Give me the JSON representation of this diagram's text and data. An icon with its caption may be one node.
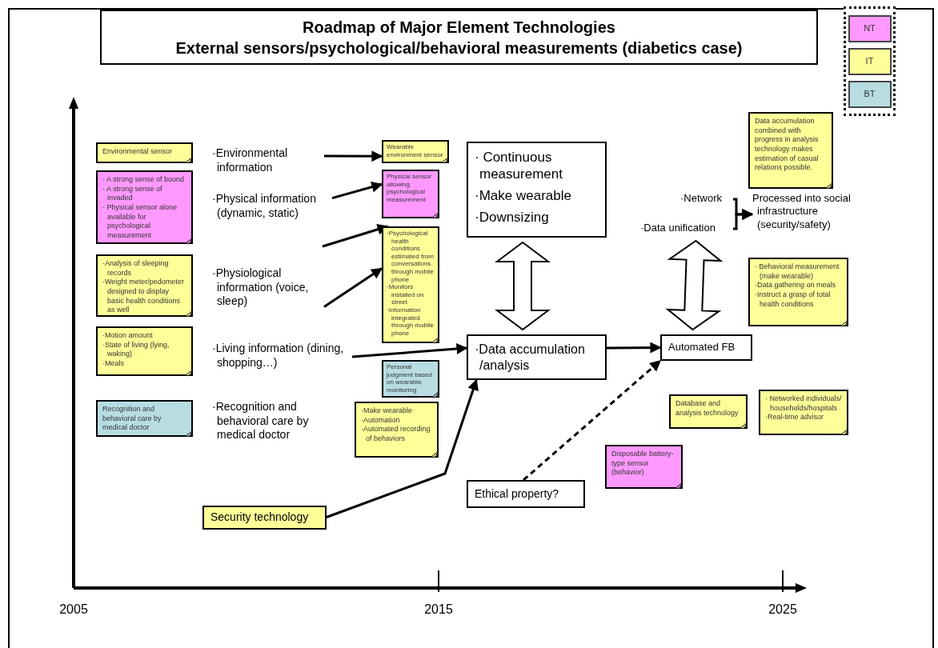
{
  "diagram": {
    "title": "Roadmap of Major Element Technologies",
    "nodes": [
      {
        "text": [
          "Environmental sensor"
        ]
      },
      {
        "text": [
          "· A strong sense of bound",
          "· A strong sense of invaded",
          "· Physical sensor alone available for psychological measurement"
        ]
      },
      {
        "text": [
          "·Analysis of sleeping records",
          "·Weight meter/pedometer designed to display basic health conditions as well"
        ]
      },
      {
        "text": [
          "·Motion amount",
          "·State of living (lying, waking)",
          "·Meals"
        ]
      },
      {
        "text": [
          "Recognition and behavioral care by medical doctor"
        ]
      },
      {
        "text": [
          "·Environmental information"
        ]
      },
      {
        "text": [
          "·Physical information (dynamic, static)"
        ]
      },
      {
        "text": [
          "·Physiological information (voice, sleep)"
        ]
      },
      {
        "text": [
          "·Living information (dining, shopping…)"
        ]
      },
      {
        "text": [
          "·Recognition and behavioral care by medical doctor"
        ]
      },
      {
        "text": [
          "Wearable environment sensor"
        ]
      },
      {
        "text": [
          "Physical sensor allowing psychological measurement"
        ]
      },
      {
        "text": [
          "·Psychological health conditions estimated from conversations through mobile phone",
          "·Monitors installed on street",
          "·Information integrated through mobile phone"
        ]
      },
      {
        "text": [
          "Personal judgment based on wearable monitoring"
        ]
      },
      {
        "text": [
          "·Make wearable",
          "·Automation",
          "·Automated recording of behaviors"
        ]
      },
      {
        "text": [
          "· Continuous measurement",
          "·Make wearable",
          "·Downsizing"
        ]
      },
      {
        "text": [
          "·Data accumulation /analysis"
        ]
      },
      {
        "text": [
          "Automated FB"
        ]
      },
      {
        "text": [
          "·Network"
        ]
      },
      {
        "text": [
          "·Data unification"
        ]
      },
      {
        "text": [
          "Processed into social infrastructure (security/safety)"
        ]
      },
      {
        "text": [
          "Data accumulation combined with progress in analysis technology makes estimation of casual relations possible."
        ]
      },
      {
        "text": [
          "· Behavioral measurement (make wearable)",
          "·Data gathering on meals",
          "·Instruct a grasp of total health conditions"
        ]
      },
      {
        "text": [
          "Database and analysis technology"
        ]
      },
      {
        "text": [
          "· Networked individuals/ households/hospitals",
          "·Real-time advisor"
        ]
      },
      {
        "text": [
          "Disposable battery-type sensor (behavior)"
        ]
      },
      {
        "text": [
          "Ethical property?"
        ]
      },
      {
        "text": [
          "Security technology"
        ]
      }
    ],
    "edges": [
      {
        "from": 5,
        "to": 10,
        "arrow": "to"
      },
      {
        "from": 6,
        "to": 11,
        "arrow": "to"
      },
      {
        "from": null,
        "to": 12,
        "arrow": "to"
      },
      {
        "from": 7,
        "to": 12,
        "arrow": "to"
      },
      {
        "from": 8,
        "to": 16,
        "arrow": "to"
      },
      {
        "from": 27,
        "to": 16,
        "arrow": "to"
      },
      {
        "from": 16,
        "to": 17,
        "arrow": "to"
      },
      {
        "from": 26,
        "to": 17,
        "arrow": "to",
        "style": "dashed"
      },
      {
        "from": 15,
        "to": 16,
        "arrow": "both"
      },
      {
        "from": 19,
        "to": 17,
        "arrow": "both"
      },
      {
        "from": 18,
        "to": 20,
        "arrow": "to"
      },
      {
        "from": 19,
        "to": 20,
        "arrow": "to"
      }
    ],
    "labels": [
      "External sensors/psychological/behavioral measurements (diabetics case)",
      "2005",
      "2015",
      "2025"
    ],
    "legend": [
      {
        "text": "NT",
        "color": "#ff99ff"
      },
      {
        "text": "IT",
        "color": "#ffff99"
      },
      {
        "text": "BT",
        "color": "#b7dde2"
      }
    ]
  }
}
